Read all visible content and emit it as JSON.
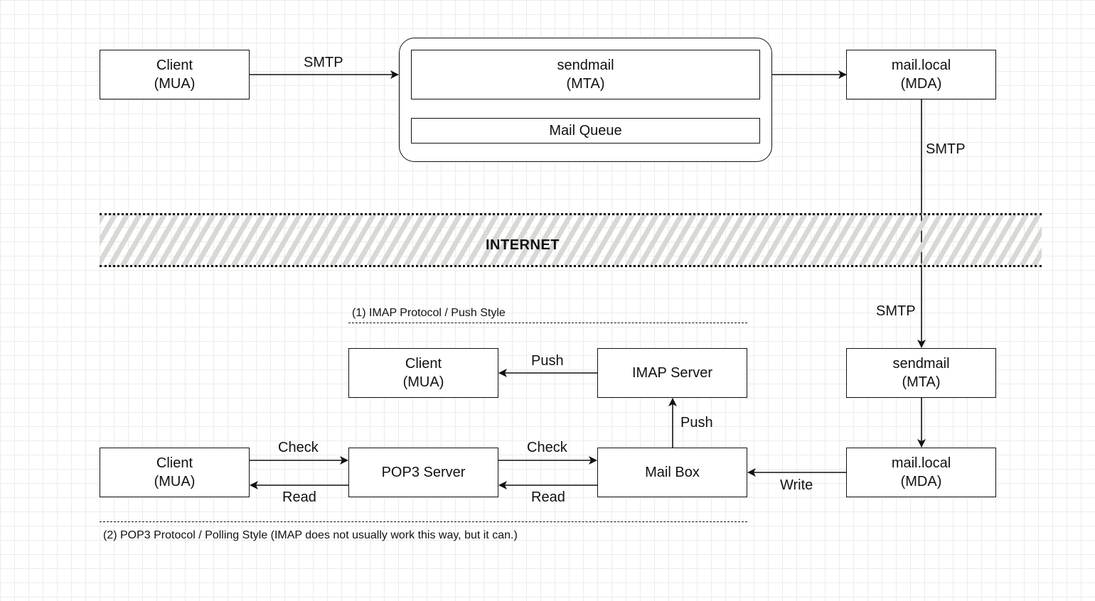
{
  "top": {
    "client": "Client\n(MUA)",
    "smtp_label": "SMTP",
    "sendmail": "sendmail\n(MTA)",
    "mail_queue": "Mail Queue",
    "mail_local": "mail.local\n(MDA)",
    "smtp_down_label": "SMTP"
  },
  "internet": {
    "label": "INTERNET"
  },
  "bottom": {
    "smtp_label": "SMTP",
    "sendmail": "sendmail\n(MTA)",
    "mail_local": "mail.local\n(MDA)",
    "write_label": "Write",
    "mail_box": "Mail Box",
    "imap_section": {
      "note": "(1) IMAP Protocol / Push Style",
      "client": "Client\n(MUA)",
      "imap_server": "IMAP Server",
      "push_left_label": "Push",
      "push_up_label": "Push"
    },
    "pop3_section": {
      "note": "(2) POP3 Protocol / Polling Style (IMAP does not usually work this way, but it can.)",
      "client": "Client\n(MUA)",
      "pop3_server": "POP3 Server",
      "check_label_1": "Check",
      "read_label_1": "Read",
      "check_label_2": "Check",
      "read_label_2": "Read"
    }
  }
}
